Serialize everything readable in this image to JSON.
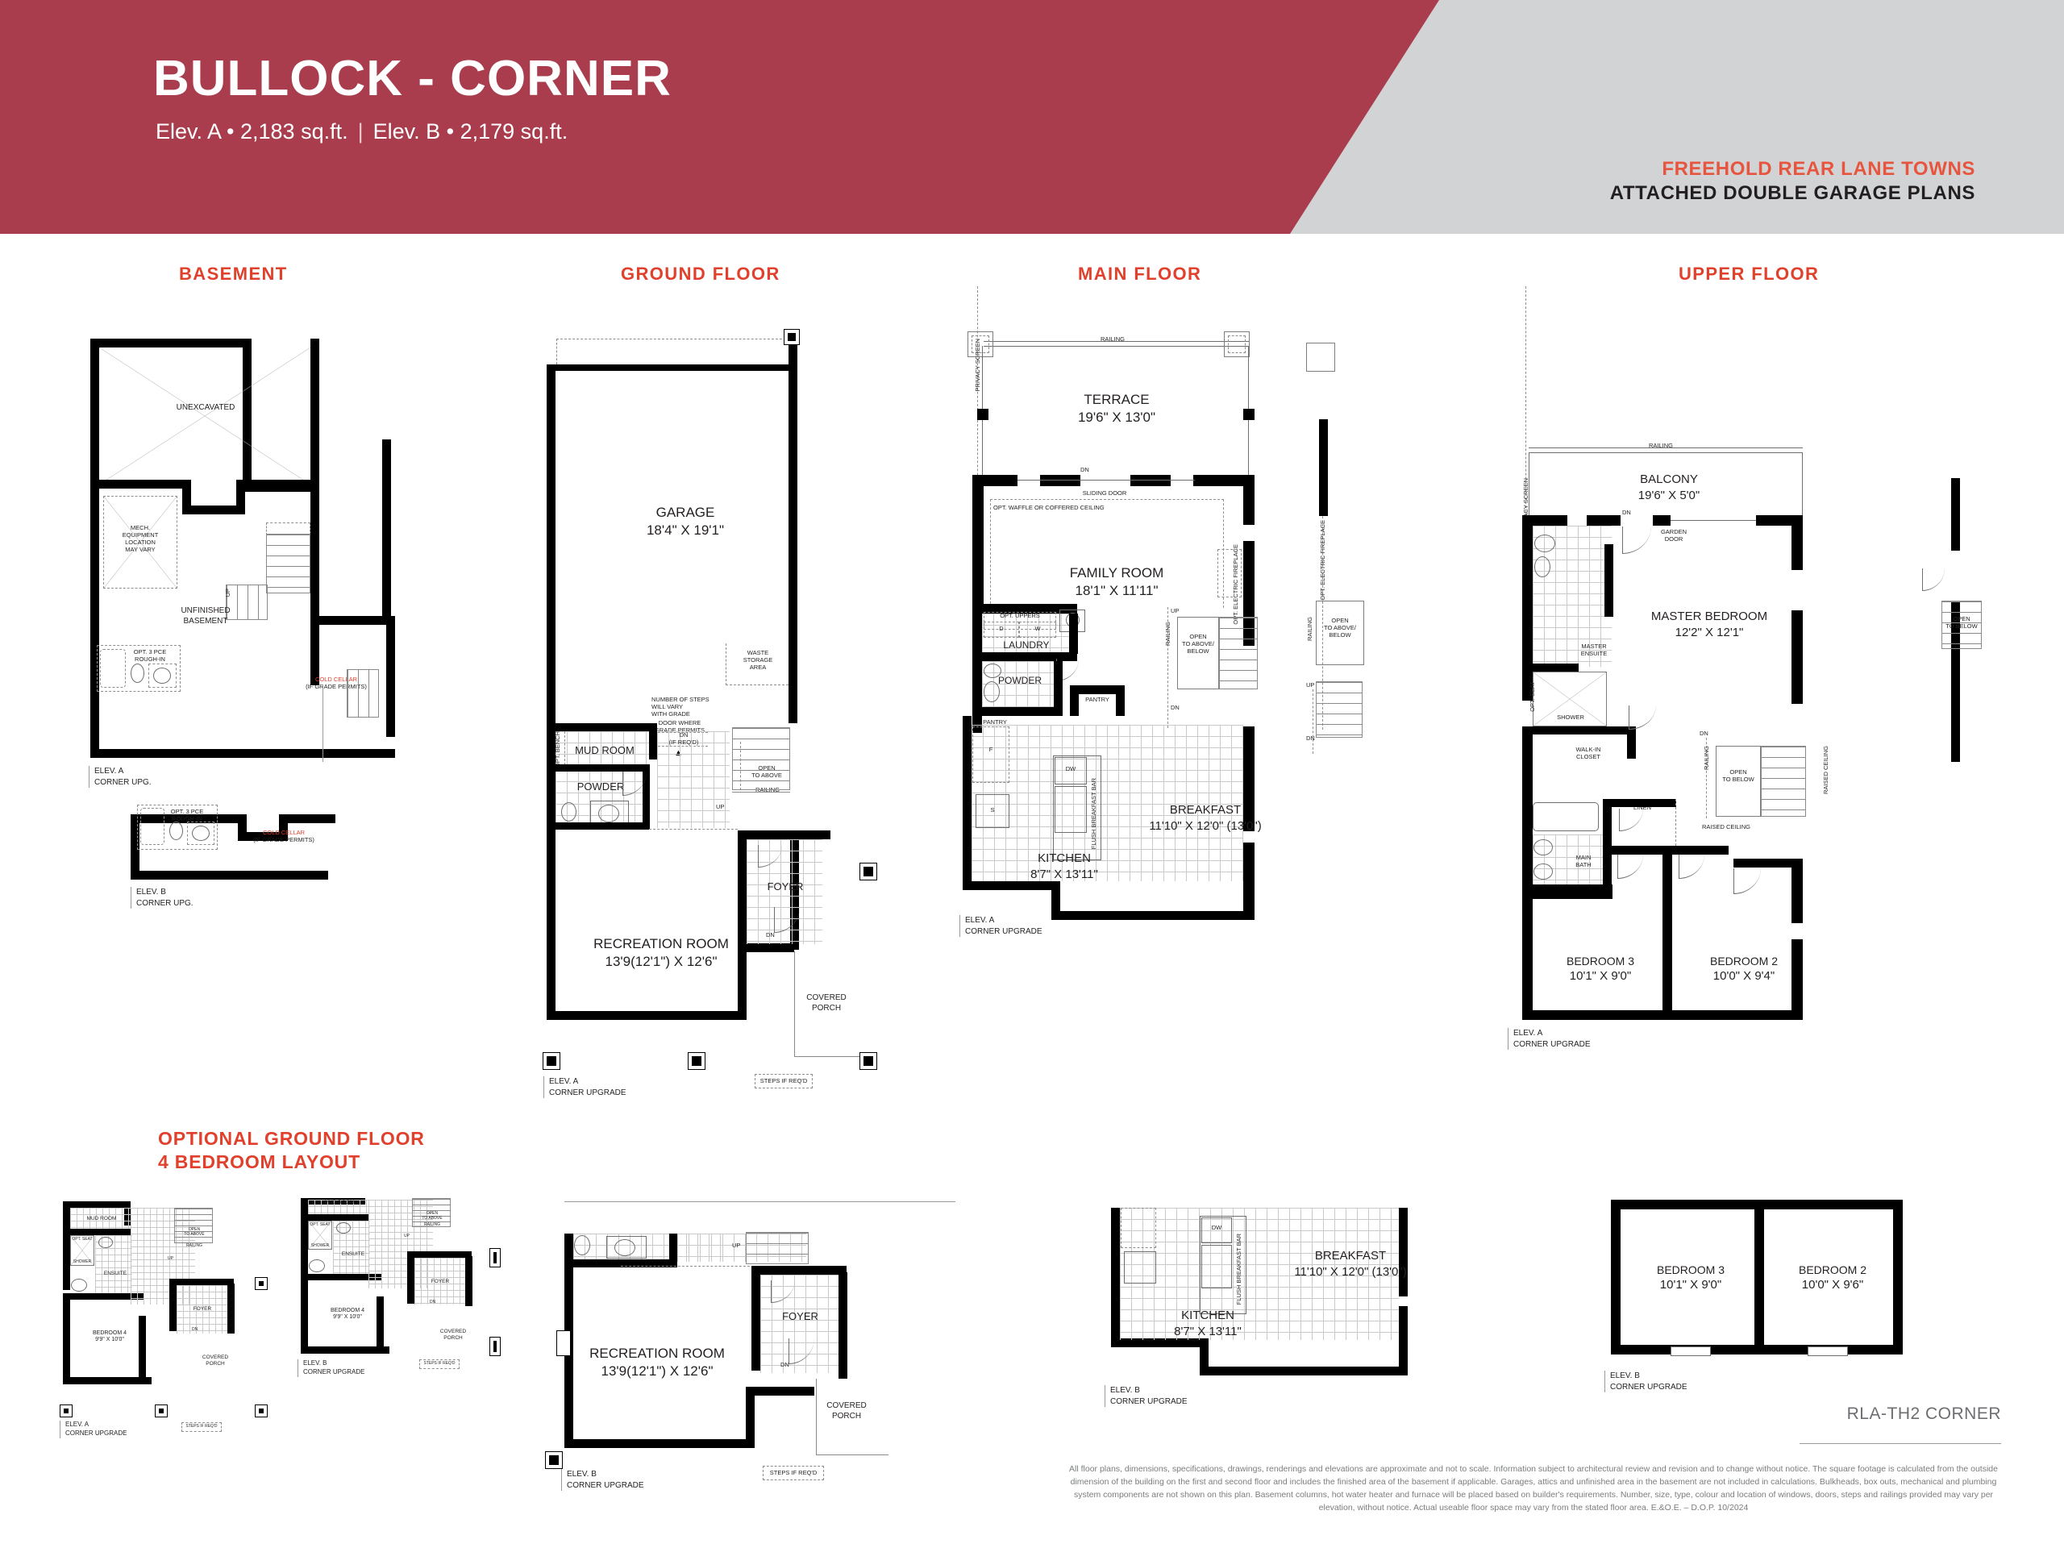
{
  "header": {
    "title": "BULLOCK - CORNER",
    "elev_a": "Elev. A • 2,183 sq.ft.",
    "separator": "|",
    "elev_b": "Elev. B • 2,179 sq.ft.",
    "brand_line1": "FREEHOLD REAR LANE TOWNS",
    "brand_line2": "ATTACHED DOUBLE GARAGE PLANS",
    "colors": {
      "band": "#a93d4e",
      "grey": "#d2d3d5",
      "accent_red": "#e8553f",
      "heading_red": "#e0402c"
    }
  },
  "sections": {
    "basement": "BASEMENT",
    "ground": "GROUND FLOOR",
    "main": "MAIN FLOOR",
    "upper": "UPPER FLOOR",
    "optional": "OPTIONAL GROUND FLOOR\n4 BEDROOM LAYOUT",
    "optional_line1": "OPTIONAL GROUND FLOOR",
    "optional_line2": "4 BEDROOM LAYOUT"
  },
  "basement_plan": {
    "rooms": [
      {
        "name": "UNEXCAVATED"
      },
      {
        "name": "MECH.\nEQUIPMENT\nLOCATION\nMAY VARY"
      },
      {
        "name": "UNFINISHED\nBASEMENT"
      },
      {
        "name": "COLD CELLAR",
        "note": "(IF GRADE PERMITS)"
      }
    ],
    "labels": {
      "unexcavated": "UNEXCAVATED",
      "mech_l1": "MECH.",
      "mech_l2": "EQUIPMENT",
      "mech_l3": "LOCATION",
      "mech_l4": "MAY VARY",
      "unfinished_l1": "UNFINISHED",
      "unfinished_l2": "BASEMENT",
      "opt_rough_l1": "OPT. 3 PCE",
      "opt_rough_l2": "ROUGH-IN",
      "cold_cellar": "COLD CELLAR",
      "cold_cellar_note": "(IF GRADE PERMITS)",
      "up": "UP"
    },
    "elev_a_l1": "ELEV. A",
    "elev_a_l2": "CORNER UPG.",
    "elev_b_l1": "ELEV. B",
    "elev_b_l2": "CORNER UPG."
  },
  "ground_plan": {
    "garage": {
      "name": "GARAGE",
      "dim": "18'4\" X 19'1\""
    },
    "recreation": {
      "name": "RECREATION ROOM",
      "dim": "13'9(12'1\") X 12'6\""
    },
    "labels": {
      "waste_l1": "WASTE",
      "waste_l2": "STORAGE",
      "waste_l3": "AREA",
      "steps_l1": "NUMBER OF STEPS",
      "steps_l2": "WILL VARY",
      "steps_l3": "WITH GRADE",
      "door_l1": "DOOR WHERE",
      "door_l2": "GRADE PERMITS",
      "mud_room": "MUD ROOM",
      "powder": "POWDER",
      "foyer": "FOYER",
      "covered_l1": "COVERED",
      "covered_l2": "PORCH",
      "open_to_above_l1": "OPEN",
      "open_to_above_l2": "TO ABOVE",
      "railing": "RAILING",
      "opt_bench": "OPT. BENCH",
      "dn": "DN",
      "dn_if_reqd": "(IF REQ'D)",
      "up": "UP",
      "steps_if_reqd": "STEPS IF REQ'D"
    },
    "elev_a_l1": "ELEV. A",
    "elev_a_l2": "CORNER UPGRADE",
    "elev_b_l1": "ELEV. B",
    "elev_b_l2": "CORNER UPGRADE"
  },
  "main_plan": {
    "terrace": {
      "name": "TERRACE",
      "dim": "19'6\" X 13'0\""
    },
    "family_room": {
      "name": "FAMILY ROOM",
      "dim": "18'1\" X 11'11\""
    },
    "kitchen": {
      "name": "KITCHEN",
      "dim": "8'7\" X 13'11\""
    },
    "breakfast": {
      "name": "BREAKFAST",
      "dim": "11'10\" X 12'0\" (13'0\")"
    },
    "labels": {
      "railing": "RAILING",
      "privacy_screen": "PRIVACY SCREEN",
      "sliding_door": "SLIDING DOOR",
      "opt_ceiling": "OPT. WAFFLE OR COFFERED CEILING",
      "opt_fireplace": "OPT. ELECTRIC FIREPLACE",
      "laundry": "LAUNDRY",
      "powder": "POWDER",
      "pantry": "PANTRY",
      "opt_uppers": "OPT. UPPERS",
      "dryer": "D",
      "washer": "W",
      "dishwasher": "DW",
      "fridge": "F",
      "stove": "S",
      "flush_bar": "FLUSH BREAKFAST BAR",
      "open_l1": "OPEN",
      "open_l2": "TO ABOVE/",
      "open_l3": "BELOW",
      "up": "UP",
      "dn": "DN"
    },
    "elev_a_l1": "ELEV. A",
    "elev_a_l2": "CORNER UPGRADE",
    "elev_b_l1": "ELEV. B",
    "elev_b_l2": "CORNER UPGRADE"
  },
  "upper_plan": {
    "balcony": {
      "name": "BALCONY",
      "dim": "19'6\" X 5'0\""
    },
    "master_bedroom": {
      "name": "MASTER BEDROOM",
      "dim": "12'2\" X 12'1\""
    },
    "bedroom2": {
      "name": "BEDROOM 2",
      "dim": "10'0\" X 9'4\""
    },
    "bedroom3": {
      "name": "BEDROOM 3",
      "dim": "10'1\" X 9'0\""
    },
    "bedroom2_b": {
      "name": "BEDROOM 2",
      "dim": "10'0\" X 9'6\""
    },
    "bedroom3_b": {
      "name": "BEDROOM 3",
      "dim": "10'1\" X 9'0\""
    },
    "labels": {
      "railing": "RAILING",
      "privacy_screen": "PRIVACY SCREEN",
      "garden_door_l1": "GARDEN",
      "garden_door_l2": "DOOR",
      "master_ensuite_l1": "MASTER",
      "master_ensuite_l2": "ENSUITE",
      "walk_in_l1": "WALK-IN",
      "walk_in_l2": "CLOSET",
      "shower": "SHOWER",
      "opt_seat": "OPT. SEAT",
      "main_bath_l1": "MAIN",
      "main_bath_l2": "BATH",
      "linen": "LINEN",
      "raised_ceiling": "RAISED CEILING",
      "open_l1": "OPEN",
      "open_l2": "TO BELOW",
      "dn": "DN"
    },
    "elev_a_l1": "ELEV. A",
    "elev_a_l2": "CORNER UPGRADE",
    "elev_b_l1": "ELEV. B",
    "elev_b_l2": "CORNER UPGRADE"
  },
  "optional_plan": {
    "bedroom4": {
      "name": "BEDROOM 4",
      "dim": "9'9\" X 10'0\""
    },
    "labels": {
      "mud_room": "MUD ROOM",
      "ensuite": "ENSUITE",
      "foyer": "FOYER",
      "shower": "SHOWER",
      "opt_seat": "OPT. SEAT",
      "covered_l1": "COVERED",
      "covered_l2": "PORCH",
      "open_l1": "OPEN",
      "open_l2": "TO ABOVE",
      "railing": "RAILING",
      "steps_if_reqd": "STEPS IF REQ'D",
      "dn": "DN",
      "up": "UP"
    },
    "elev_a_l1": "ELEV. A",
    "elev_a_l2": "CORNER UPGRADE",
    "elev_b_l1": "ELEV. B",
    "elev_b_l2": "CORNER UPGRADE"
  },
  "footer": {
    "plan_code": "RLA-TH2 CORNER",
    "disclaimer": "All floor plans, dimensions, specifications, drawings, renderings and elevations are approximate and not to scale. Information subject to architectural review and revision and to change without notice.  The square footage is calculated from the outside dimension of the building on the first and second floor and includes the finished area of the basement if applicable. Garages, attics and unfinished area in the basement are not included in calculations. Bulkheads, box outs, mechanical and plumbing system components are not shown on this plan. Basement columns, hot water heater and furnace will be placed based on builder's requirements. Number, size, type, colour and location of windows, doors, steps and railings provided may vary per elevation, without notice. Actual useable floor space may vary from the stated floor area. E.&O.E. – D.O.P. 10/2024"
  }
}
